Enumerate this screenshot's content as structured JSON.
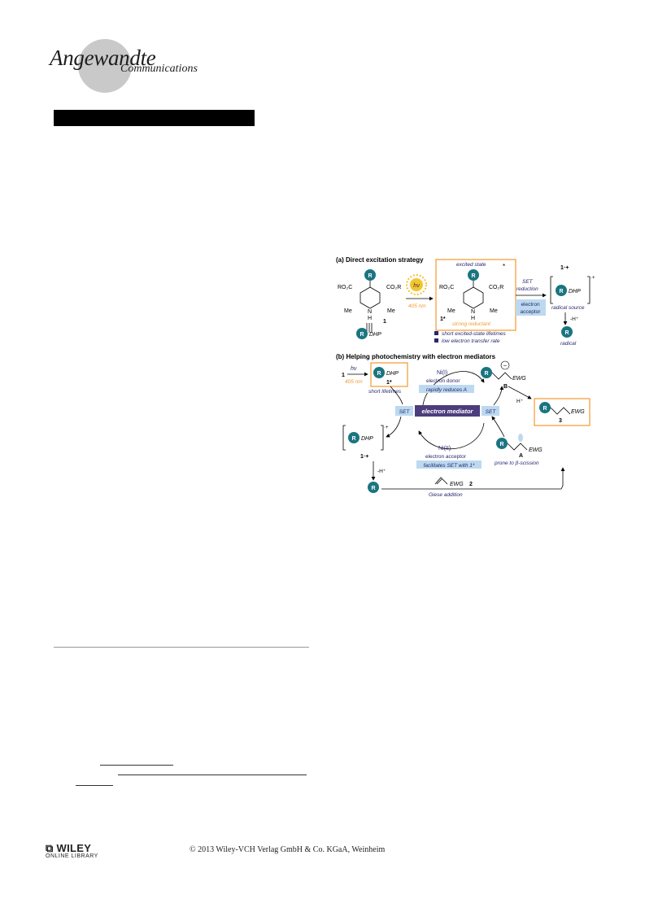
{
  "header": {
    "journal_main": "Angewandte",
    "journal_sub": "Communications"
  },
  "figure": {
    "panel_a": {
      "title": "(a) Direct excitation strategy",
      "ro2c_left": "RO₂C",
      "co2r_right": "CO₂R",
      "me": "Me",
      "n": "N",
      "h": "H",
      "compound_1": "1",
      "hv": "hν",
      "wavelength": "405 nm",
      "excited_state": "excited state",
      "star": "*",
      "label_1star": "1*",
      "strong_reductant": "strong reductant",
      "set": "SET",
      "reduction": "reduction",
      "electron_acceptor_1": "electron",
      "electron_acceptor_2": "acceptor",
      "radical_cation": "1·+",
      "dhp": "DHP",
      "radical_source": "radical source",
      "minus_h": "-H⁺",
      "radical": "radical",
      "bullet_1": "short excited-state lifetimes",
      "bullet_2": "low electron transfer rate",
      "r": "R"
    },
    "panel_b": {
      "title": "(b) Helping photochemistry with electron mediators",
      "compound_1": "1",
      "hv": "hν",
      "wavelength": "405 nm",
      "label_1star": "1*",
      "short_lifetimes": "short lifetimes",
      "ni1": "Ni(I)",
      "electron_donor": "electron donor",
      "rapidly_reduces": "rapidly reduces A",
      "set": "SET",
      "electron_mediator": "electron mediator",
      "ni2": "Ni(II)",
      "electron_acceptor": "electron acceptor",
      "facilitates": "facilitates SET with 1*",
      "radical_cation": "1·+",
      "dhp": "DHP",
      "minus_h": "-H⁺",
      "ewg": "EWG",
      "compound_2": "2",
      "giese_addition": "Giese addition",
      "label_a": "A",
      "prone": "prone to β-scission",
      "label_b": "B",
      "h_plus": "H⁺",
      "compound_3": "3",
      "r": "R"
    }
  },
  "footer": {
    "publisher_logo": "WILEY",
    "publisher_sub": "ONLINE LIBRARY",
    "copyright": "© 2013 Wiley-VCH Verlag GmbH & Co. KGaA, Weinheim"
  },
  "colors": {
    "teal": "#1b7580",
    "orange": "#f29a2e",
    "navy": "#27276e",
    "light_blue": "#bcd9ef",
    "mediator_purple": "#4d3d7d"
  }
}
